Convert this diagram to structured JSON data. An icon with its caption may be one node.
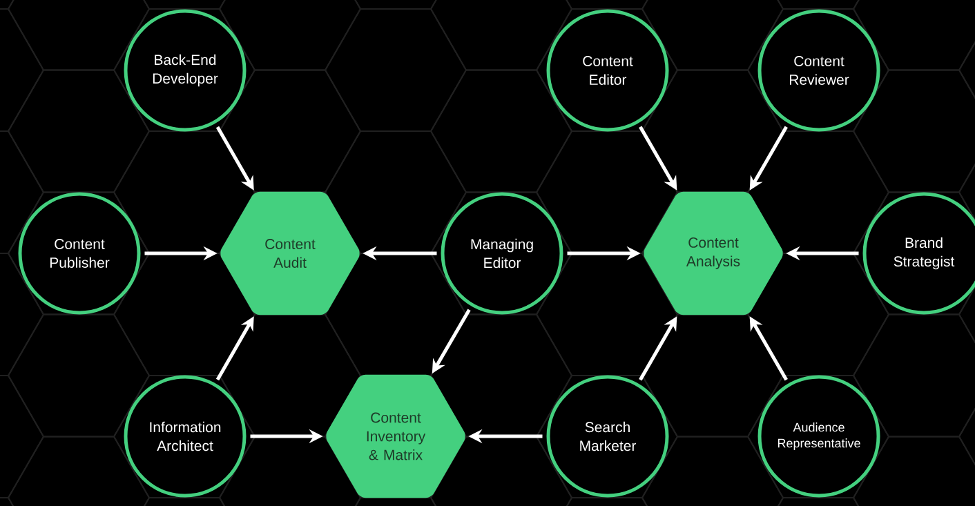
{
  "diagram": {
    "nodes": [
      {
        "text": [
          "Back-End Developer"
        ]
      },
      {
        "text": [
          "Content Editor"
        ]
      },
      {
        "text": [
          "Content Reviewer"
        ]
      },
      {
        "text": [
          "Content Publisher"
        ]
      },
      {
        "text": [
          "Content Audit"
        ]
      },
      {
        "text": [
          "Managing Editor"
        ]
      },
      {
        "text": [
          "Content Analysis"
        ]
      },
      {
        "text": [
          "Brand Strategist"
        ]
      },
      {
        "text": [
          "Information Architect"
        ]
      },
      {
        "text": [
          "Content Inventory & Matrix"
        ]
      },
      {
        "text": [
          "Search Marketer"
        ]
      },
      {
        "text": [
          "Audience Representative"
        ]
      }
    ],
    "edges": [
      {
        "from": 0,
        "to": 4,
        "arrow": "to"
      },
      {
        "from": 3,
        "to": 4,
        "arrow": "to"
      },
      {
        "from": 8,
        "to": 4,
        "arrow": "to"
      },
      {
        "from": 5,
        "to": 4,
        "arrow": "to"
      },
      {
        "from": 5,
        "to": 6,
        "arrow": "to"
      },
      {
        "from": 5,
        "to": 9,
        "arrow": "to"
      },
      {
        "from": 1,
        "to": 6,
        "arrow": "to"
      },
      {
        "from": 2,
        "to": 6,
        "arrow": "to"
      },
      {
        "from": 7,
        "to": 6,
        "arrow": "to"
      },
      {
        "from": 10,
        "to": 6,
        "arrow": "to"
      },
      {
        "from": 11,
        "to": 6,
        "arrow": "to"
      },
      {
        "from": 8,
        "to": 9,
        "arrow": "to"
      },
      {
        "from": 10,
        "to": 9,
        "arrow": "to"
      }
    ]
  }
}
